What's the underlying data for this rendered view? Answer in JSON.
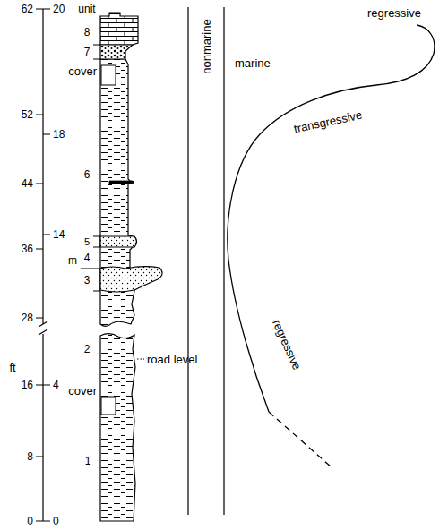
{
  "diagram": {
    "labels": [
      "unit",
      "62",
      "20",
      "8",
      "7",
      "cover",
      "52",
      "18",
      "6",
      "44",
      "14",
      "36",
      "5",
      "4",
      "m",
      "3",
      "28",
      "2",
      "road level",
      "16",
      "4",
      "cover",
      "ft",
      "8",
      "1",
      "0",
      "0",
      "nonmarine",
      "marine",
      "regressive",
      "transgressive",
      "regressive"
    ]
  }
}
